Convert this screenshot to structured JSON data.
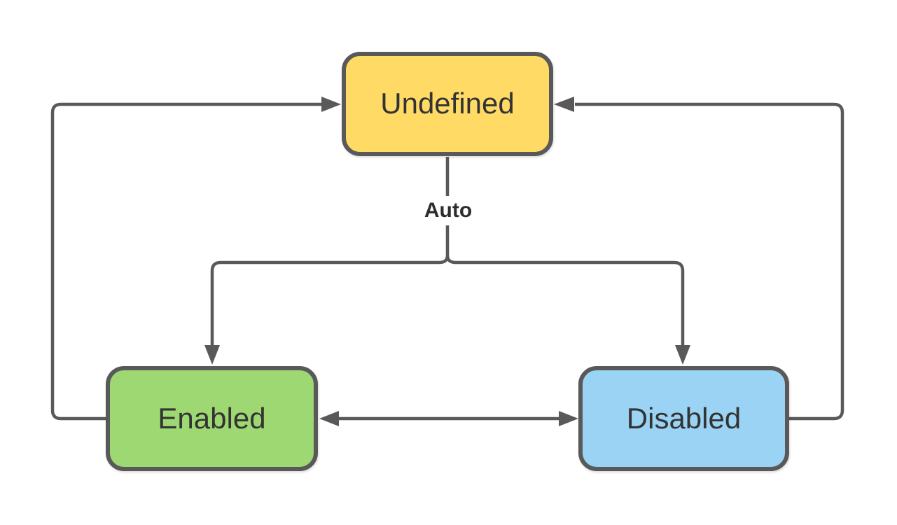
{
  "diagram": {
    "background_color": "#ffffff",
    "edge_color": "#595959",
    "auto_label": "Auto",
    "nodes": [
      {
        "id": "undefined",
        "label": "Undefined",
        "fill_color": "#ffdb66",
        "border_color": "#595959",
        "text_color": "#333333"
      },
      {
        "id": "enabled",
        "label": "Enabled",
        "fill_color": "#9ed873",
        "border_color": "#595959",
        "text_color": "#333333"
      },
      {
        "id": "disabled",
        "label": "Disabled",
        "fill_color": "#9ad3f4",
        "border_color": "#595959",
        "text_color": "#333333"
      }
    ],
    "edges": [
      {
        "from": "enabled",
        "to": "undefined",
        "label": "",
        "arrows": "end"
      },
      {
        "from": "disabled",
        "to": "undefined",
        "label": "",
        "arrows": "end"
      },
      {
        "from": "undefined",
        "to": "enabled",
        "label": "Auto",
        "arrows": "end"
      },
      {
        "from": "undefined",
        "to": "disabled",
        "label": "Auto",
        "arrows": "end"
      },
      {
        "from": "enabled",
        "to": "disabled",
        "label": "",
        "arrows": "both"
      }
    ]
  }
}
